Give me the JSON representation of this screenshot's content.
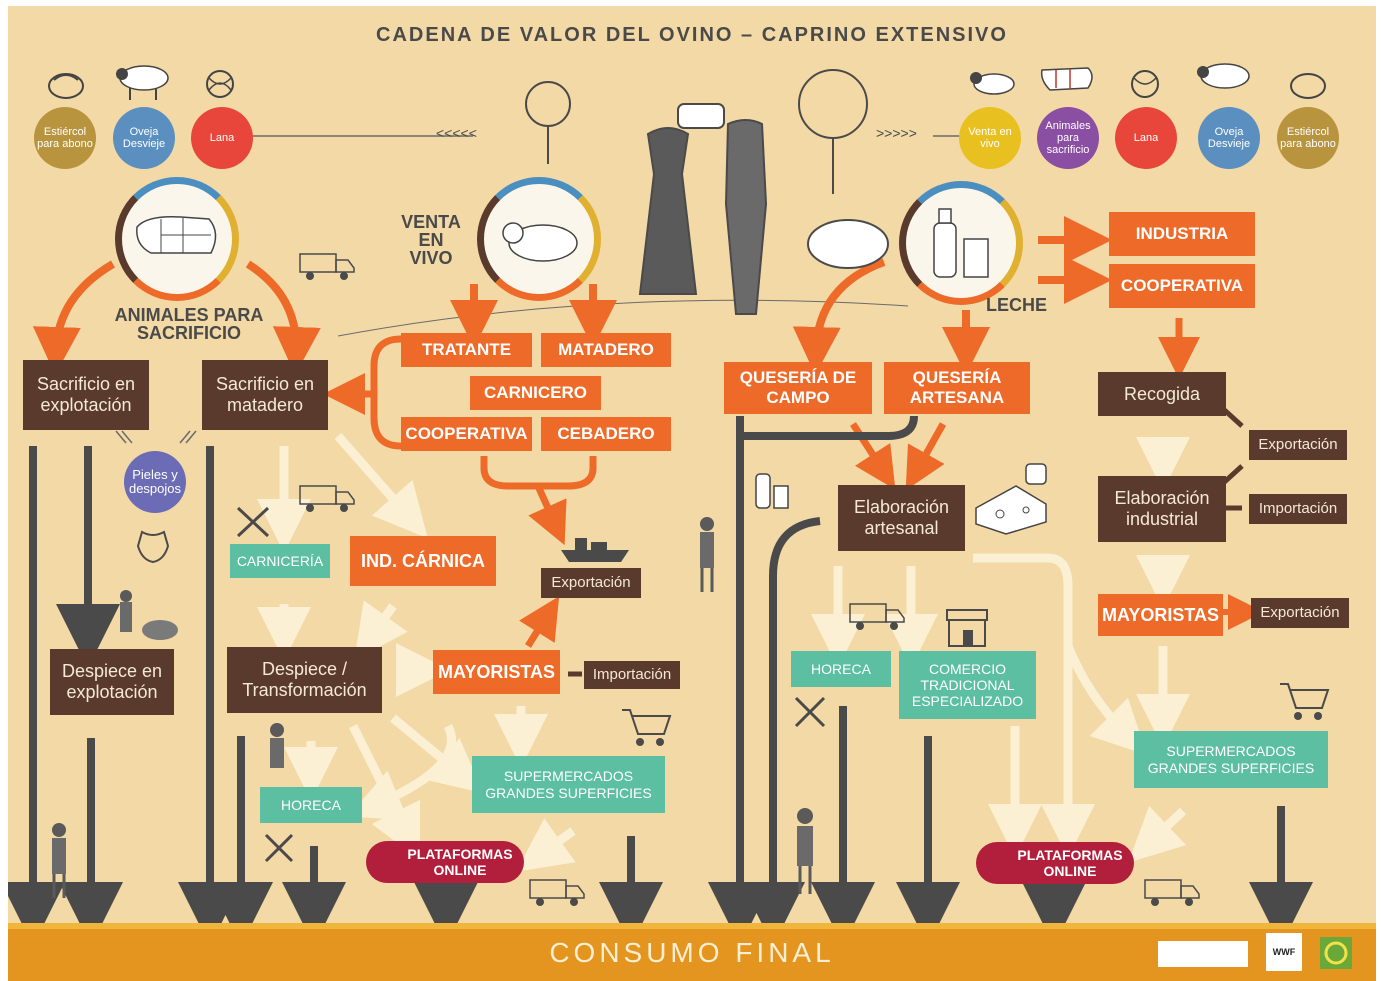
{
  "title": "CADENA DE VALOR DEL OVINO – CAPRINO EXTENSIVO",
  "footer": "CONSUMO  FINAL",
  "top_left_circles": [
    {
      "label": "Estiércol para abono",
      "color": "#b8943f"
    },
    {
      "label": "Oveja Desvieje",
      "color": "#5b8fbf"
    },
    {
      "label": "Lana",
      "color": "#e8463b"
    }
  ],
  "top_right_circles": [
    {
      "label": "Venta en vivo",
      "color": "#e8c020"
    },
    {
      "label": "Animales para sacrificio",
      "color": "#8a4ea3"
    },
    {
      "label": "Lana",
      "color": "#e8463b"
    },
    {
      "label": "Oveja Desvieje",
      "color": "#5b8fbf"
    },
    {
      "label": "Estiércol para abono",
      "color": "#b8943f"
    }
  ],
  "arrows_left": "<<<<<",
  "arrows_right": ">>>>>",
  "labels": {
    "animales": "ANIMALES PARA SACRIFICIO",
    "venta": "VENTA EN VIVO",
    "leche": "LECHE"
  },
  "boxes": {
    "sacrificio_explotacion": "Sacrificio en explotación",
    "sacrificio_matadero": "Sacrificio en matadero",
    "tratante": "TRATANTE",
    "matadero": "MATADERO",
    "carnicero": "CARNICERO",
    "cooperativa_mid": "COOPERATIVA",
    "cebadero": "CEBADERO",
    "queseria_campo": "QUESERÍA DE CAMPO",
    "queseria_artesana": "QUESERÍA ARTESANA",
    "industria": "INDUSTRIA",
    "cooperativa_right": "COOPERATIVA",
    "recogida": "Recogida",
    "exportacion_1": "Exportación",
    "elaboracion_industrial": "Elaboración industrial",
    "importacion_right": "Importación",
    "mayoristas_right": "MAYORISTAS",
    "exportacion_2": "Exportación",
    "pieles": "Pieles y despojos",
    "carniceria": "CARNICERÍA",
    "ind_carnica": "IND. CÁRNICA",
    "exportacion_mid": "Exportación",
    "despiece_explotacion": "Despiece en explotación",
    "despiece_transformacion": "Despiece / Transformación",
    "mayoristas_mid": "MAYORISTAS",
    "importacion_mid": "Importación",
    "horeca_left": "HORECA",
    "supermercados_left": "SUPERMERCADOS GRANDES SUPERFICIES",
    "plataformas_left": "PLATAFORMAS ONLINE",
    "elaboracion_artesanal": "Elaboración artesanal",
    "horeca_right": "HORECA",
    "comercio": "COMERCIO TRADICIONAL ESPECIALIZADO",
    "supermercados_right": "SUPERMERCADOS GRANDES SUPERFICIES",
    "plataformas_right": "PLATAFORMAS ONLINE"
  },
  "logos": [
    "WWF"
  ],
  "colors": {
    "background": "#f2d9a6",
    "orange": "#ee6a28",
    "brown": "#5a3a2c",
    "teal": "#5dbfa1",
    "online": "#b21f3c",
    "footer": "#e3951f"
  }
}
